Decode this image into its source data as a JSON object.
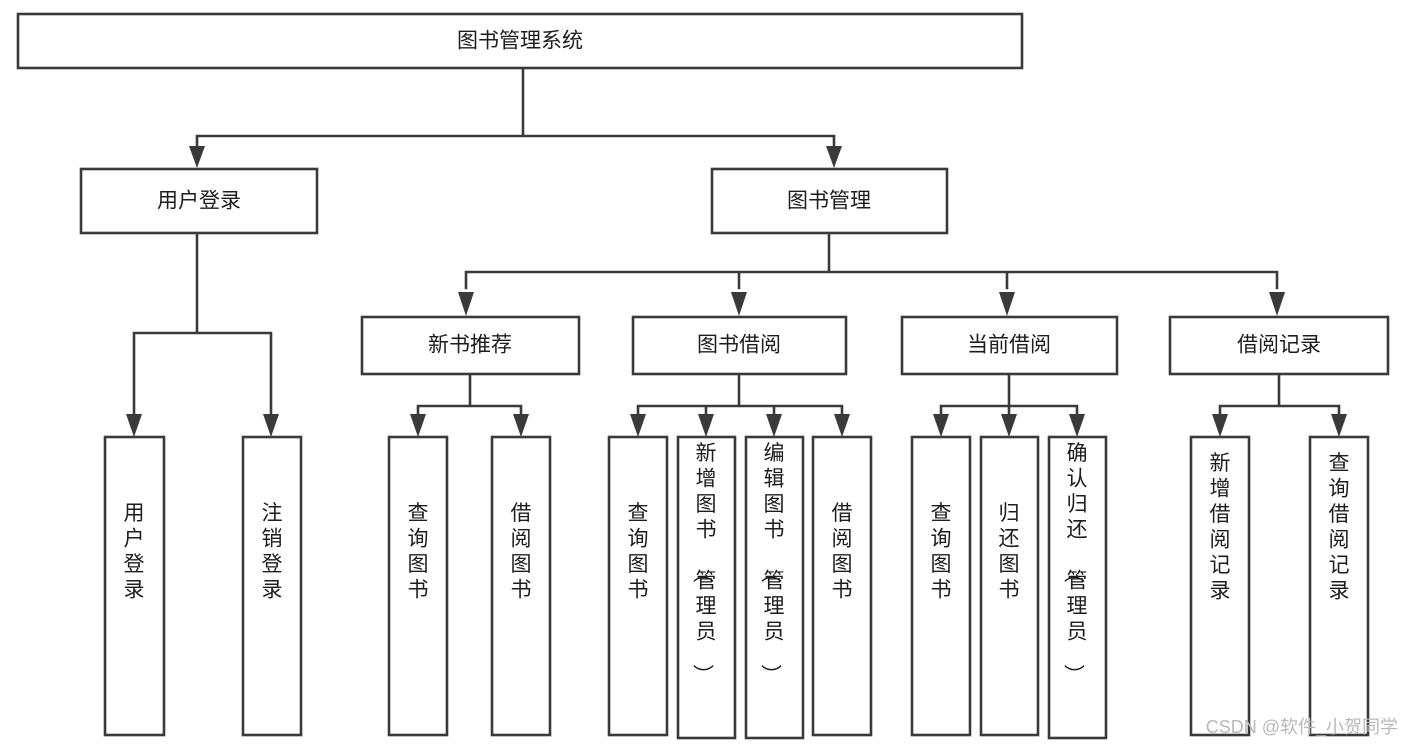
{
  "diagram": {
    "title": "图书管理系统",
    "type": "tree-hierarchy-functional-decomposition",
    "levels": 4,
    "nodes": {
      "root": {
        "label": "图书管理系统"
      },
      "level2": [
        {
          "id": "user-login",
          "label": "用户登录"
        },
        {
          "id": "book-management",
          "label": "图书管理"
        }
      ],
      "level3": [
        {
          "id": "new-book-recommend",
          "label": "新书推荐",
          "parent": "book-management"
        },
        {
          "id": "book-borrow",
          "label": "图书借阅",
          "parent": "book-management"
        },
        {
          "id": "current-borrow",
          "label": "当前借阅",
          "parent": "book-management"
        },
        {
          "id": "borrow-record",
          "label": "借阅记录",
          "parent": "book-management"
        }
      ],
      "leaves": [
        {
          "id": "leaf-user-login",
          "label": "用户登录",
          "parent": "user-login"
        },
        {
          "id": "leaf-logout-login",
          "label": "注销登录",
          "parent": "user-login"
        },
        {
          "id": "leaf-query-book-1",
          "label": "查询图书",
          "parent": "new-book-recommend"
        },
        {
          "id": "leaf-borrow-book-1",
          "label": "借阅图书",
          "parent": "new-book-recommend"
        },
        {
          "id": "leaf-query-book-2",
          "label": "查询图书",
          "parent": "book-borrow"
        },
        {
          "id": "leaf-add-book",
          "label": "新增图书（管理员）",
          "parent": "book-borrow"
        },
        {
          "id": "leaf-edit-book",
          "label": "编辑图书（管理员）",
          "parent": "book-borrow"
        },
        {
          "id": "leaf-borrow-book-2",
          "label": "借阅图书",
          "parent": "book-borrow"
        },
        {
          "id": "leaf-query-book-3",
          "label": "查询图书",
          "parent": "current-borrow"
        },
        {
          "id": "leaf-return-book",
          "label": "归还图书",
          "parent": "current-borrow"
        },
        {
          "id": "leaf-confirm-return",
          "label": "确认归还（管理员）",
          "parent": "current-borrow"
        },
        {
          "id": "leaf-add-record",
          "label": "新增借阅记录",
          "parent": "borrow-record"
        },
        {
          "id": "leaf-query-record",
          "label": "查询借阅记录",
          "parent": "borrow-record"
        }
      ]
    },
    "colors": {
      "box_stroke": "#3a3a3a",
      "box_fill": "#ffffff",
      "text": "#1d1d1d",
      "background": "#ffffff",
      "watermark": "#b9b9b9"
    }
  },
  "watermark": {
    "text": "CSDN @软件_小贺同学"
  }
}
